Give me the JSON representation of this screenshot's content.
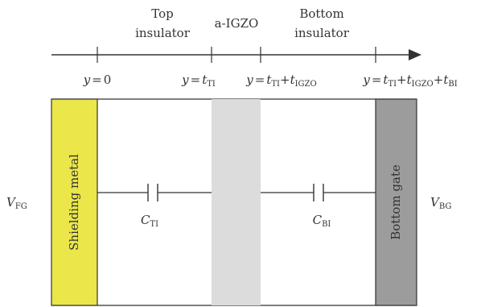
{
  "layers": {
    "top_insulator": [
      "Top",
      "insulator"
    ],
    "aigzo": "a-IGZO",
    "bottom_insulator": [
      "Bottom",
      "insulator"
    ]
  },
  "positions": {
    "p0": {
      "var": "y",
      "eq": "=",
      "rest": "0"
    },
    "p1": {
      "var": "y",
      "eq": "=",
      "t": "t",
      "tsub": "TI"
    },
    "p2": {
      "var": "y",
      "eq": "=",
      "t1": "t",
      "t1sub": "TI",
      "plus": "+",
      "t2": "t",
      "t2sub": "IGZO"
    },
    "p3": {
      "var": "y",
      "eq": "=",
      "t1": "t",
      "t1sub": "TI",
      "plus1": "+",
      "t2": "t",
      "t2sub": "IGZO",
      "plus2": "+",
      "t3": "t",
      "t3sub": "BI"
    }
  },
  "blocks": {
    "shielding_metal": "Shielding metal",
    "bottom_gate": "Bottom gate"
  },
  "capacitors": {
    "cti": {
      "main": "C",
      "sub": "TI"
    },
    "cbi": {
      "main": "C",
      "sub": "BI"
    }
  },
  "voltages": {
    "vfg": {
      "main": "V",
      "sub": "FG"
    },
    "vbg": {
      "main": "V",
      "sub": "BG"
    }
  },
  "colors": {
    "shielding_metal": "#ebe64a",
    "aigzo": "#dcdcdc",
    "bottom_gate": "#9c9c9c",
    "line": "#333333"
  }
}
